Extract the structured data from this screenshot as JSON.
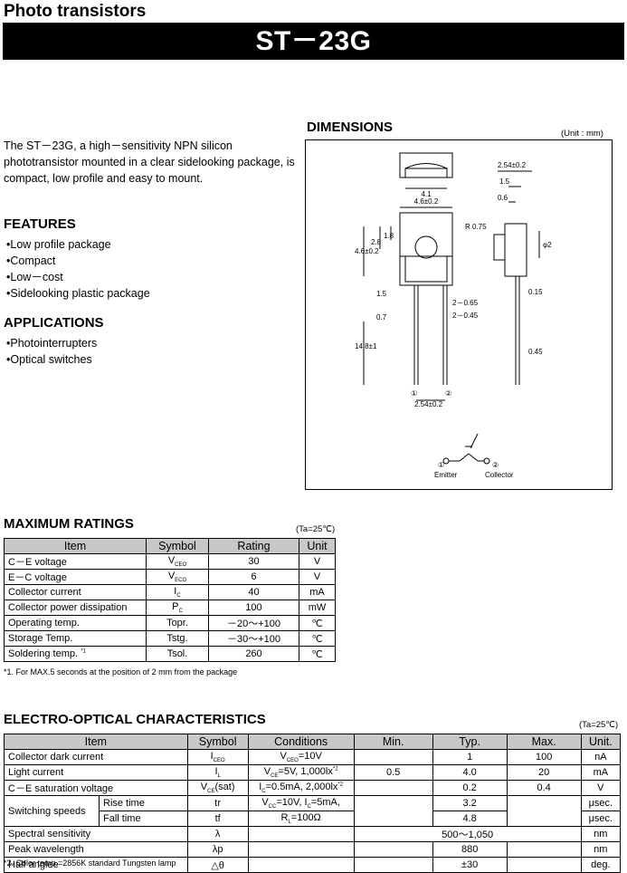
{
  "category_title": "Photo transistors",
  "part_number": "ST－23G",
  "description": "The ST－23G, a high－sensitivity NPN silicon phototransistor mounted in a clear sidelooking package, is compact, low profile and easy to mount.",
  "features": {
    "heading": "FEATURES",
    "items": [
      "Low profile package",
      "Compact",
      "Low－cost",
      "Sidelooking plastic package"
    ]
  },
  "applications": {
    "heading": "APPLICATIONS",
    "items": [
      "Photointerrupters",
      "Optical switches"
    ]
  },
  "dimensions": {
    "heading": "DIMENSIONS",
    "unit": "(Unit : mm)",
    "labels": {
      "d41": "4.1",
      "d46": "4.6±0.2",
      "d254top": "2.54±0.2",
      "d15": "1.5",
      "d06": "0.6",
      "r075": "R 0.75",
      "phi2": "φ2",
      "d46v": "4.6±0.2",
      "d28": "2.8",
      "d18": "1.8",
      "d15v": "1.5",
      "d07": "0.7",
      "d065": "2－0.65",
      "d045": "2－0.45",
      "d148": "14.8±1",
      "d015": "0.15",
      "d045r": "0.45",
      "d254bot": "2.54±0.2",
      "pin1": "①",
      "pin2": "②",
      "emitter": "Emitter",
      "collector": "Collector"
    }
  },
  "max_ratings": {
    "heading": "MAXIMUM RATINGS",
    "condition": "(Ta=25℃)",
    "headers": [
      "Item",
      "Symbol",
      "Rating",
      "Unit"
    ],
    "rows": [
      {
        "item": "C－E voltage",
        "sym": "V",
        "sub": "CEO",
        "rating": "30",
        "unit": "V"
      },
      {
        "item": "E－C voltage",
        "sym": "V",
        "sub": "ECO",
        "rating": "6",
        "unit": "V"
      },
      {
        "item": "Collector current",
        "sym": "I",
        "sub": "C",
        "rating": "40",
        "unit": "mA"
      },
      {
        "item": "Collector power dissipation",
        "sym": "P",
        "sub": "C",
        "rating": "100",
        "unit": "mW"
      },
      {
        "item": "Operating temp.",
        "sym": "Topr.",
        "sub": "",
        "rating": "－20～+100",
        "unit": "℃"
      },
      {
        "item": "Storage Temp.",
        "sym": "Tstg.",
        "sub": "",
        "rating": "－30～+100",
        "unit": "℃"
      },
      {
        "item": "Soldering temp.",
        "sup": "*1",
        "sym": "Tsol.",
        "sub": "",
        "rating": "260",
        "unit": "℃"
      }
    ],
    "note": "*1. For MAX.5 seconds at the position of 2 mm from the package"
  },
  "eo": {
    "heading": "ELECTRO-OPTICAL CHARACTERISTICS",
    "condition": "(Ta=25℃)",
    "headers": [
      "Item",
      "Symbol",
      "Conditions",
      "Min.",
      "Typ.",
      "Max.",
      "Unit."
    ],
    "r1": {
      "item": "Collector dark current",
      "sym": "I",
      "sub": "CEO",
      "cond": "V",
      "cond_sub": "CEO",
      "cond_rest": "=10V",
      "min": "",
      "typ": "1",
      "max": "100",
      "unit": "nA"
    },
    "r2": {
      "item": "Light current",
      "sym": "I",
      "sub": "L",
      "cond": "V",
      "cond_sub": "CE",
      "cond_rest": "=5V, 1,000lx",
      "cond_sup": "*2",
      "min": "0.5",
      "typ": "4.0",
      "max": "20",
      "unit": "mA"
    },
    "r3": {
      "item": "C－E saturation voltage",
      "sym": "V",
      "sub": "CE",
      "sym_rest": "(sat)",
      "cond": "I",
      "cond_sub": "C",
      "cond_rest": "=0.5mA, 2,000lx",
      "cond_sup": "*2",
      "min": "",
      "typ": "0.2",
      "max": "0.4",
      "unit": "V"
    },
    "sw": {
      "item": "Switching speeds",
      "rise": "Rise time",
      "fall": "Fall time",
      "sym_r": "tr",
      "sym_f": "tf",
      "cond1": "V",
      "cond1_sub": "CC",
      "cond1_rest": "=10V, I",
      "cond1_sub2": "C",
      "cond1_rest2": "=5mA,",
      "cond2": "R",
      "cond2_sub": "L",
      "cond2_rest": "=100Ω",
      "typ_r": "3.2",
      "typ_f": "4.8",
      "unit": "μsec."
    },
    "r6": {
      "item": "Spectral sensitivity",
      "sym": "λ",
      "typ": "500～1,050",
      "unit": "nm"
    },
    "r7": {
      "item": "Peak wavelength",
      "sym": "λp",
      "typ": "880",
      "unit": "nm"
    },
    "r8": {
      "item": "Half anglee",
      "sym": "△θ",
      "typ": "±30",
      "unit": "deg."
    },
    "note": "*2. Color temp.=2856K standard Tungsten lamp"
  }
}
